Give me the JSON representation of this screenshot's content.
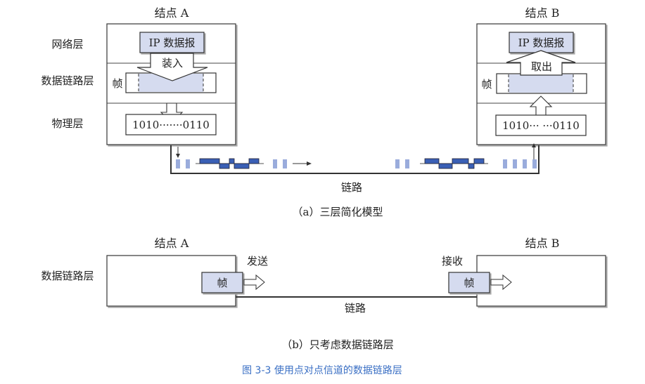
{
  "diagram": {
    "part_a": {
      "node_a_label": "结点 A",
      "node_b_label": "结点 B",
      "layers": [
        "网络层",
        "数据链路层",
        "物理层"
      ],
      "node_a": {
        "datagram": "IP 数据报",
        "action": "装入",
        "frame_label": "帧",
        "bits": "1010·······0110"
      },
      "node_b": {
        "datagram": "IP 数据报",
        "action": "取出",
        "frame_label": "帧",
        "bits": "1010···  ···0110"
      },
      "link_label": "链路",
      "caption": "（a）三层简化模型"
    },
    "part_b": {
      "node_a_label": "结点 A",
      "node_b_label": "结点 B",
      "layer": "数据链路层",
      "send_label": "发送",
      "receive_label": "接收",
      "frame_label_a": "帧",
      "frame_label_b": "帧",
      "link_label": "链路",
      "caption": "（b）只考虑数据链路层"
    },
    "figure_caption": "图 3-3   使用点对点信道的数据链路层",
    "colors": {
      "frame_fill": "#d5dbef",
      "signal_fill": "#3a5fb5",
      "bit_fill": "#9aacdc",
      "caption_blue": "#3a6fc4",
      "line": "#333333"
    }
  }
}
